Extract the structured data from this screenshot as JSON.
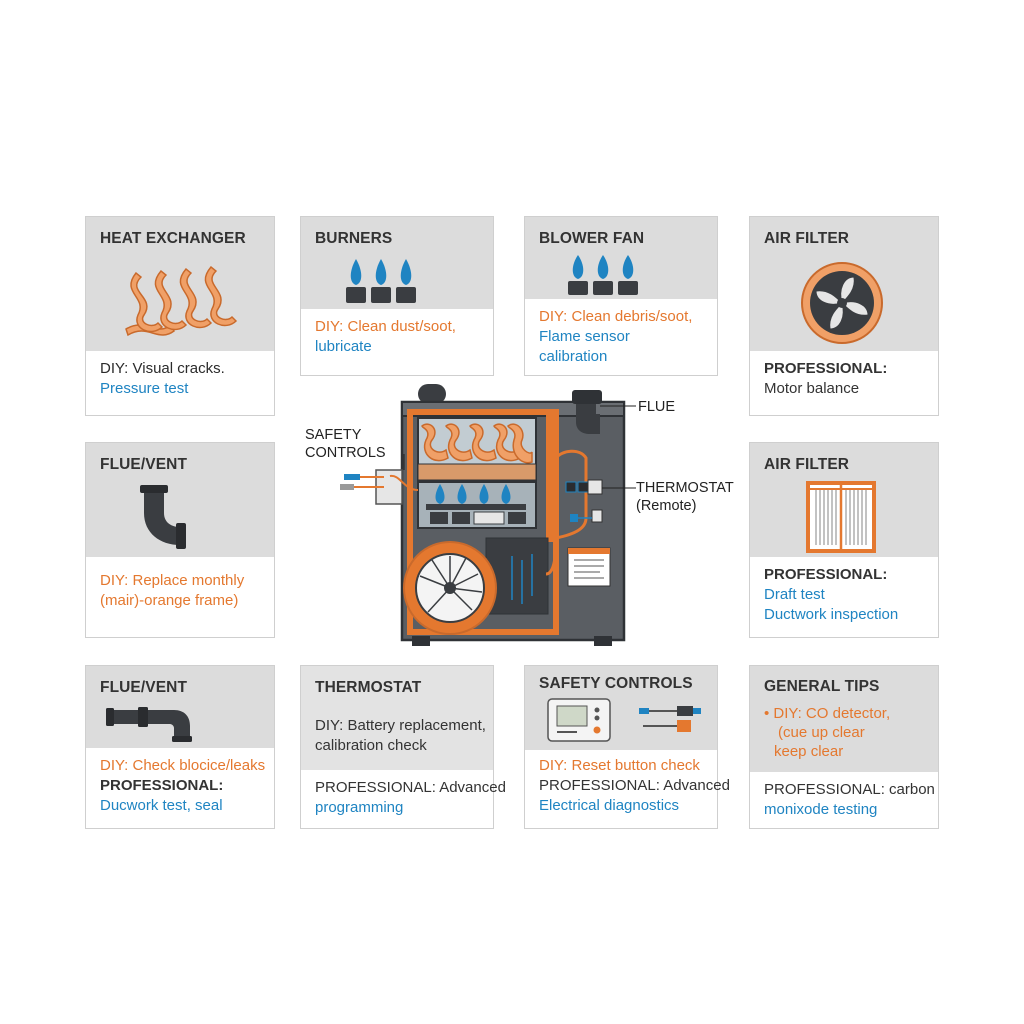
{
  "cards": {
    "heat_exchanger": {
      "title": "HEAT EXCHANGER",
      "lines": [
        "DIY: Visual cracks.",
        "Pressure test"
      ]
    },
    "burners": {
      "title": "BURNERS",
      "lines": [
        "DIY: Clean dust/soot,",
        "lubricate"
      ]
    },
    "blower_fan": {
      "title": "BLOWER FAN",
      "lines": [
        "DIY: Clean debris/soot,",
        "Flame sensor",
        "calibration"
      ]
    },
    "air_filter_1": {
      "title": "AIR FILTER",
      "lines": [
        "PROFESSIONAL:",
        "Motor balance"
      ]
    },
    "flue_vent_1": {
      "title": "FLUE/VENT",
      "lines": [
        "DIY: Replace monthly",
        "(mair)-orange frame)"
      ]
    },
    "air_filter_2": {
      "title": "AIR FILTER",
      "lines": [
        "PROFESSIONAL:",
        "Draft test",
        "Ductwork inspection"
      ]
    },
    "flue_vent_2": {
      "title": "FLUE/VENT",
      "lines": [
        "DIY: Check blocice/leaks",
        "PROFESSIONAL:",
        "Ducwork test, seal"
      ]
    },
    "thermostat": {
      "title": "THERMOSTAT",
      "lines": [
        "DIY: Battery replacement,",
        "calibration check",
        "PROFESSIONAL: Advanced",
        "programming"
      ]
    },
    "safety_controls": {
      "title": "SAFETY CONTROLS",
      "lines": [
        "DIY: Reset button check",
        "PROFESSIONAL: Advanced",
        "Electrical diagnostics"
      ]
    },
    "general_tips": {
      "title": "GENERAL TIPS",
      "lines": [
        "• DIY: CO detector,",
        "(cue up clear",
        "keep clear",
        "PROFESSIONAL: carbon",
        "monixode testing"
      ]
    }
  },
  "callouts": {
    "safety": [
      "SAFETY",
      "CONTROLS"
    ],
    "flue": "FLUE",
    "thermostat": [
      "THERMOSTAT",
      "(Remote)"
    ]
  },
  "colors": {
    "orange": "#e4782f",
    "blue": "#1f84c2",
    "gray_panel": "#dcdcdc",
    "furnace": "#5a5e63"
  }
}
